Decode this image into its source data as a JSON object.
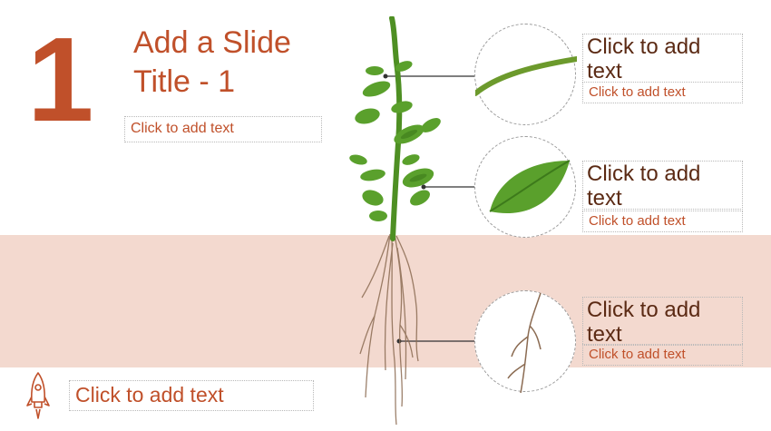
{
  "slide": {
    "number": "1",
    "title": "Add a Slide Title - 1",
    "subtitle_placeholder": "Click to add text",
    "bottom_placeholder": "Click to add text"
  },
  "callouts": [
    {
      "heading": "Click to add text",
      "subtext": "Click to add text",
      "illustration": "stem-icon"
    },
    {
      "heading": "Click to add text",
      "subtext": "Click to add text",
      "illustration": "leaf-icon"
    },
    {
      "heading": "Click to add text",
      "subtext": "Click to add text",
      "illustration": "root-icon"
    }
  ],
  "colors": {
    "accent": "#c0502a",
    "heading_text": "#5b2a14",
    "soil_band": "#f3d9cf",
    "leaf_green": "#5aa02c"
  }
}
